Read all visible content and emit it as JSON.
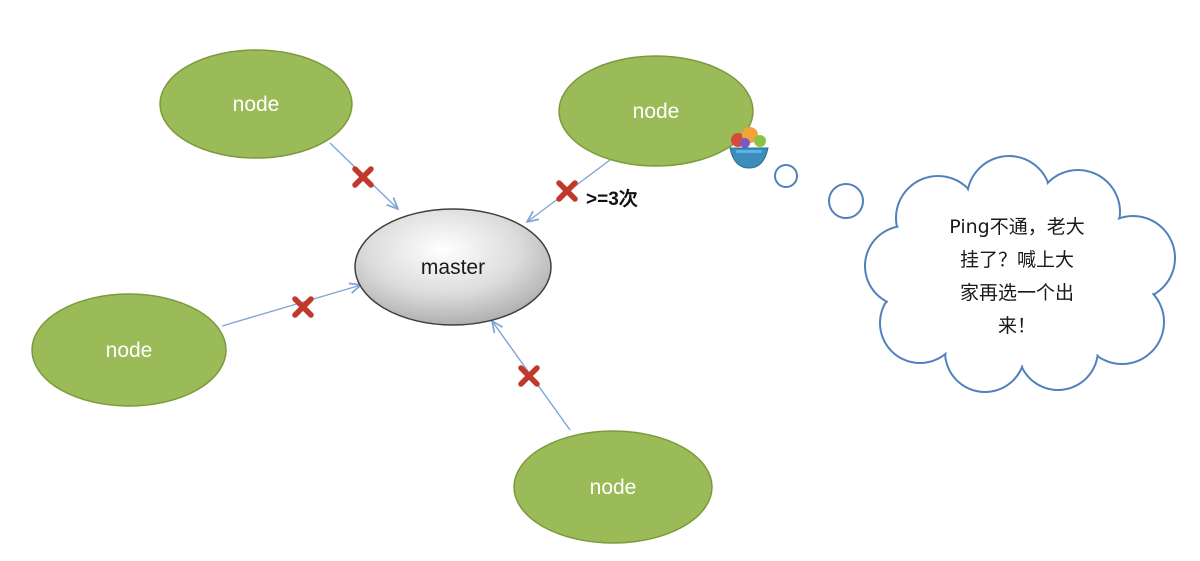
{
  "diagram": {
    "master": {
      "label": "master"
    },
    "nodes": [
      {
        "id": "node-top-left",
        "label": "node"
      },
      {
        "id": "node-top-right",
        "label": "node"
      },
      {
        "id": "node-left",
        "label": "node"
      },
      {
        "id": "node-bottom",
        "label": "node"
      }
    ],
    "retry_annotation": ">=3次",
    "thought_bubble": {
      "lines": [
        "Ping不通，老大",
        "挂了？喊上大",
        "家再选一个出",
        "来！"
      ]
    },
    "failure_marker_icon": "red-x-icon",
    "avatar_icon": "fruit-bowl-icon",
    "colors": {
      "node_fill": "#9BBB59",
      "node_stroke": "#7B9A3C",
      "master_fill": "#D9D9D9",
      "master_stroke": "#3F3F3F",
      "link": "#7FA6D6",
      "failure_marker": "#C0392B",
      "bubble_stroke": "#4F81BD"
    }
  }
}
